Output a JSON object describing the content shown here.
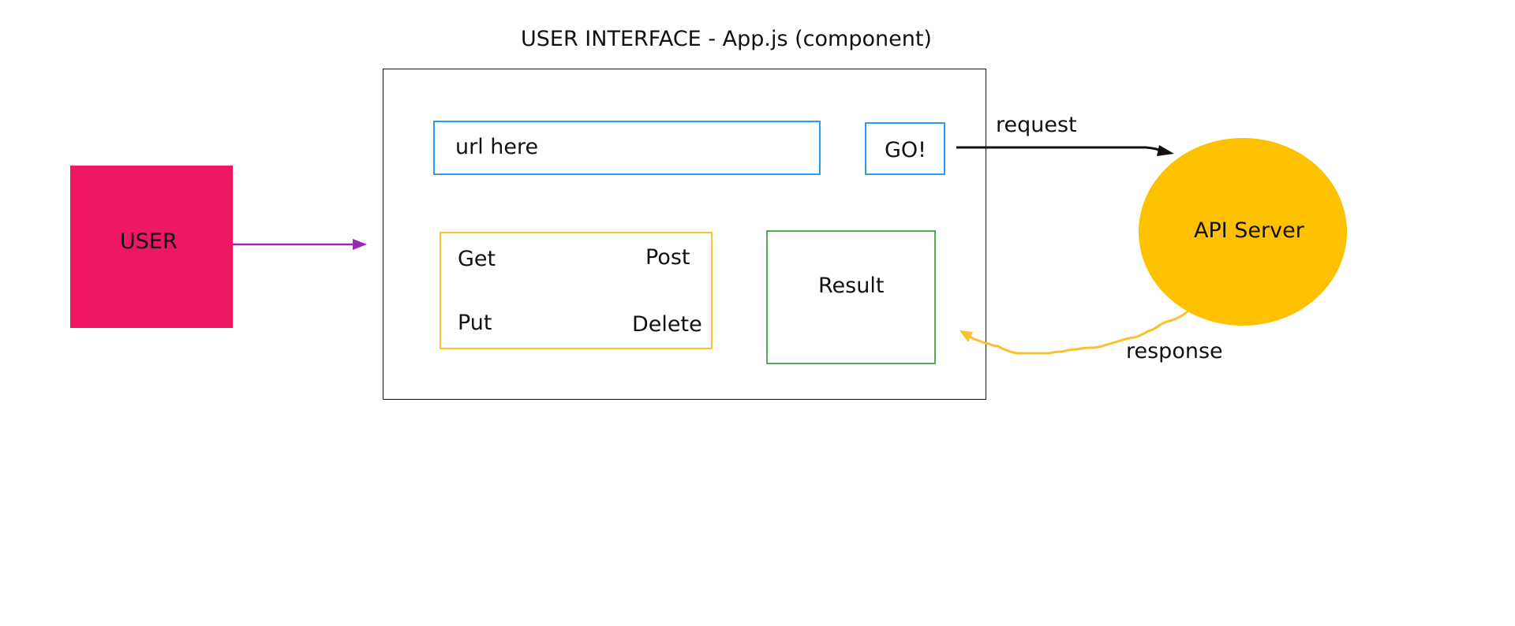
{
  "title": "USER INTERFACE - App.js (component)",
  "user": {
    "label": "USER",
    "color": "#ee1763"
  },
  "app": {
    "url_input": {
      "value": "url  here",
      "border_color": "#2e9bee"
    },
    "go_button": {
      "label": "GO!",
      "border_color": "#2e9bee"
    },
    "methods": {
      "border_color": "#fbc02d",
      "items": [
        "Get",
        "Post",
        "Put",
        "Delete"
      ]
    },
    "result": {
      "label": "Result",
      "border_color": "#4caf50"
    }
  },
  "api_server": {
    "label": "API Server",
    "color": "#fdc100"
  },
  "arrows": {
    "request_label": "request",
    "response_label": "response",
    "user_arrow_color": "#9c27b0",
    "request_arrow_color": "#111111",
    "response_arrow_color": "#fbc02d"
  }
}
